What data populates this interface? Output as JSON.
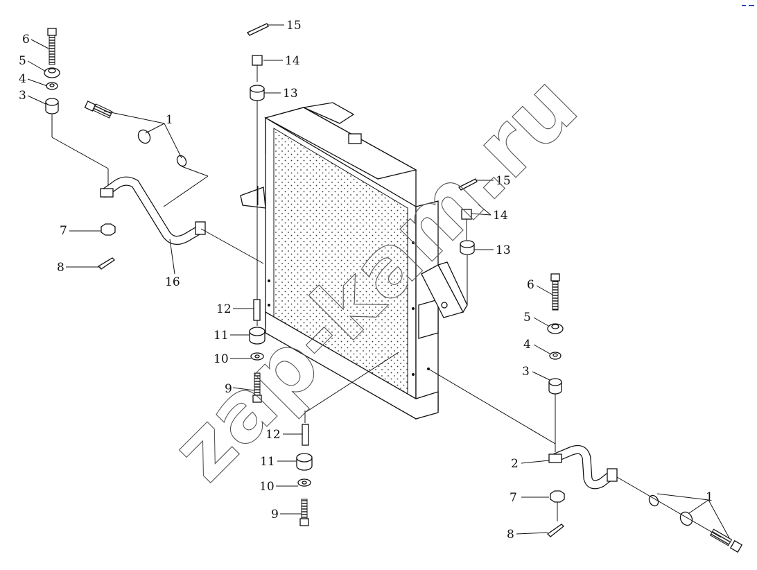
{
  "callouts": {
    "c1a": "1",
    "c1b": "1",
    "c2": "2",
    "c3a": "3",
    "c3b": "3",
    "c4a": "4",
    "c4b": "4",
    "c5a": "5",
    "c5b": "5",
    "c6a": "6",
    "c6b": "6",
    "c7a": "7",
    "c7b": "7",
    "c8a": "8",
    "c8b": "8",
    "c9a": "9",
    "c9b": "9",
    "c10a": "10",
    "c10b": "10",
    "c11a": "11",
    "c11b": "11",
    "c12a": "12",
    "c12b": "12",
    "c13a": "13",
    "c13b": "13",
    "c14a": "14",
    "c14b": "14",
    "c15a": "15",
    "c15b": "15",
    "c16": "16"
  },
  "watermark": "zap-kam.ru"
}
